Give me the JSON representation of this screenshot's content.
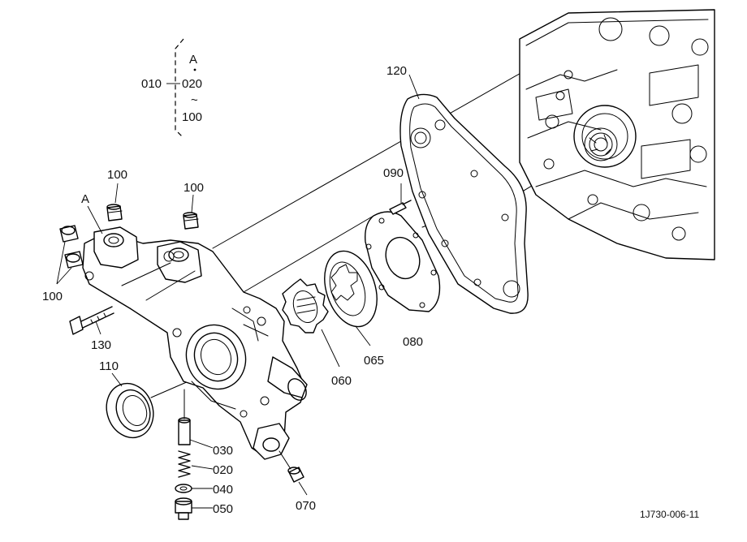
{
  "diagram": {
    "drawing_number": "1J730-006-11",
    "callout": {
      "parent": "010",
      "children": [
        "A",
        "020",
        "~",
        "100"
      ]
    },
    "parts": [
      {
        "ref": "A",
        "name": "reference-a"
      },
      {
        "ref": "100",
        "name": "plug-top-left"
      },
      {
        "ref": "100",
        "name": "plug-top-right"
      },
      {
        "ref": "100",
        "name": "plug-side"
      },
      {
        "ref": "130",
        "name": "bolt"
      },
      {
        "ref": "110",
        "name": "oil-seal"
      },
      {
        "ref": "030",
        "name": "relief-valve"
      },
      {
        "ref": "020",
        "name": "spring"
      },
      {
        "ref": "040",
        "name": "gasket"
      },
      {
        "ref": "050",
        "name": "plug"
      },
      {
        "ref": "070",
        "name": "plug-cap"
      },
      {
        "ref": "060",
        "name": "inner-rotor"
      },
      {
        "ref": "065",
        "name": "outer-rotor"
      },
      {
        "ref": "080",
        "name": "cover-plate"
      },
      {
        "ref": "090",
        "name": "screw"
      },
      {
        "ref": "120",
        "name": "gasket-cover"
      }
    ]
  }
}
